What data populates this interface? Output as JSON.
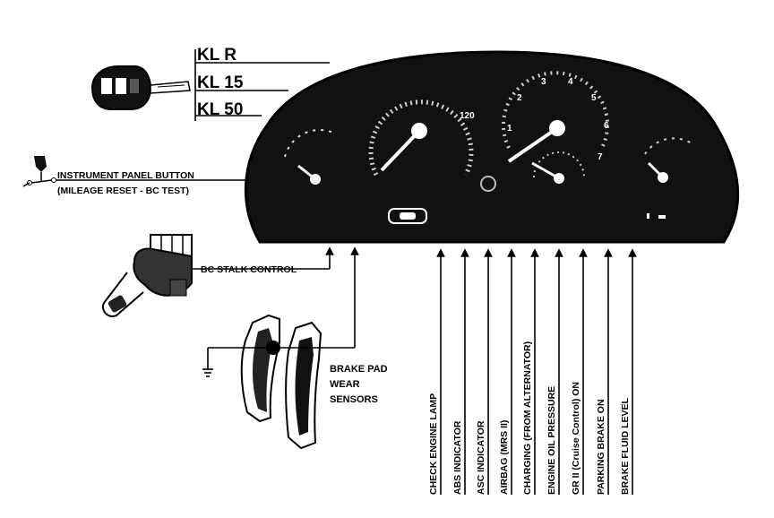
{
  "terminals": [
    "KL R",
    "KL 15",
    "KL 50"
  ],
  "button_label": {
    "line1": "INSTRUMENT PANEL BUTTON",
    "line2": "(MILEAGE RESET - BC TEST)"
  },
  "bc_stalk_label": "BC STALK CONTROL",
  "brake_label": [
    "BRAKE PAD",
    "WEAR",
    "SENSORS"
  ],
  "indicators": [
    "CHECK ENGINE LAMP",
    "ABS INDICATOR",
    "ASC INDICATOR",
    "AIRBAG (MRS II)",
    "CHARGING (FROM ALTERNATOR)",
    "ENGINE OIL PRESSURE",
    "GR II (Cruise Control) ON",
    "PARKING BRAKE ON",
    "BRAKE FLUID LEVEL"
  ],
  "gauges": {
    "speedo_max": "120",
    "tacho_numbers": [
      "1",
      "2",
      "3",
      "4",
      "5",
      "6",
      "7"
    ]
  },
  "colors": {
    "ink": "#000000",
    "cluster": "#111111",
    "paper": "#ffffff"
  }
}
